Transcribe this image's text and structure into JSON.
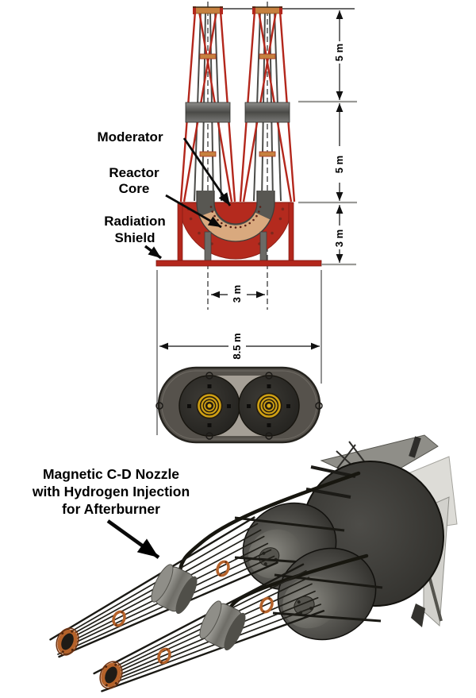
{
  "figure": {
    "front_view": {
      "moderator": "Moderator",
      "reactor_core_1": "Reactor",
      "reactor_core_2": "Core",
      "radiation_shield_1": "Radiation",
      "radiation_shield_2": "Shield",
      "dim_upper_truss": "5 m",
      "dim_lower_truss": "5 m",
      "dim_shield": "3 m",
      "dim_core_spacing": "3 m",
      "dim_overall_width": "8.5 m"
    },
    "nozzle_view": {
      "caption_1": "Magnetic C-D Nozzle",
      "caption_2": "with Hydrogen Injection",
      "caption_3": "for Afterburner"
    },
    "colors": {
      "structure_red": "#b42a1e",
      "copper_coil": "#b5622a",
      "core_tan": "#d9a97e",
      "port_gold": "#cfa013"
    }
  }
}
